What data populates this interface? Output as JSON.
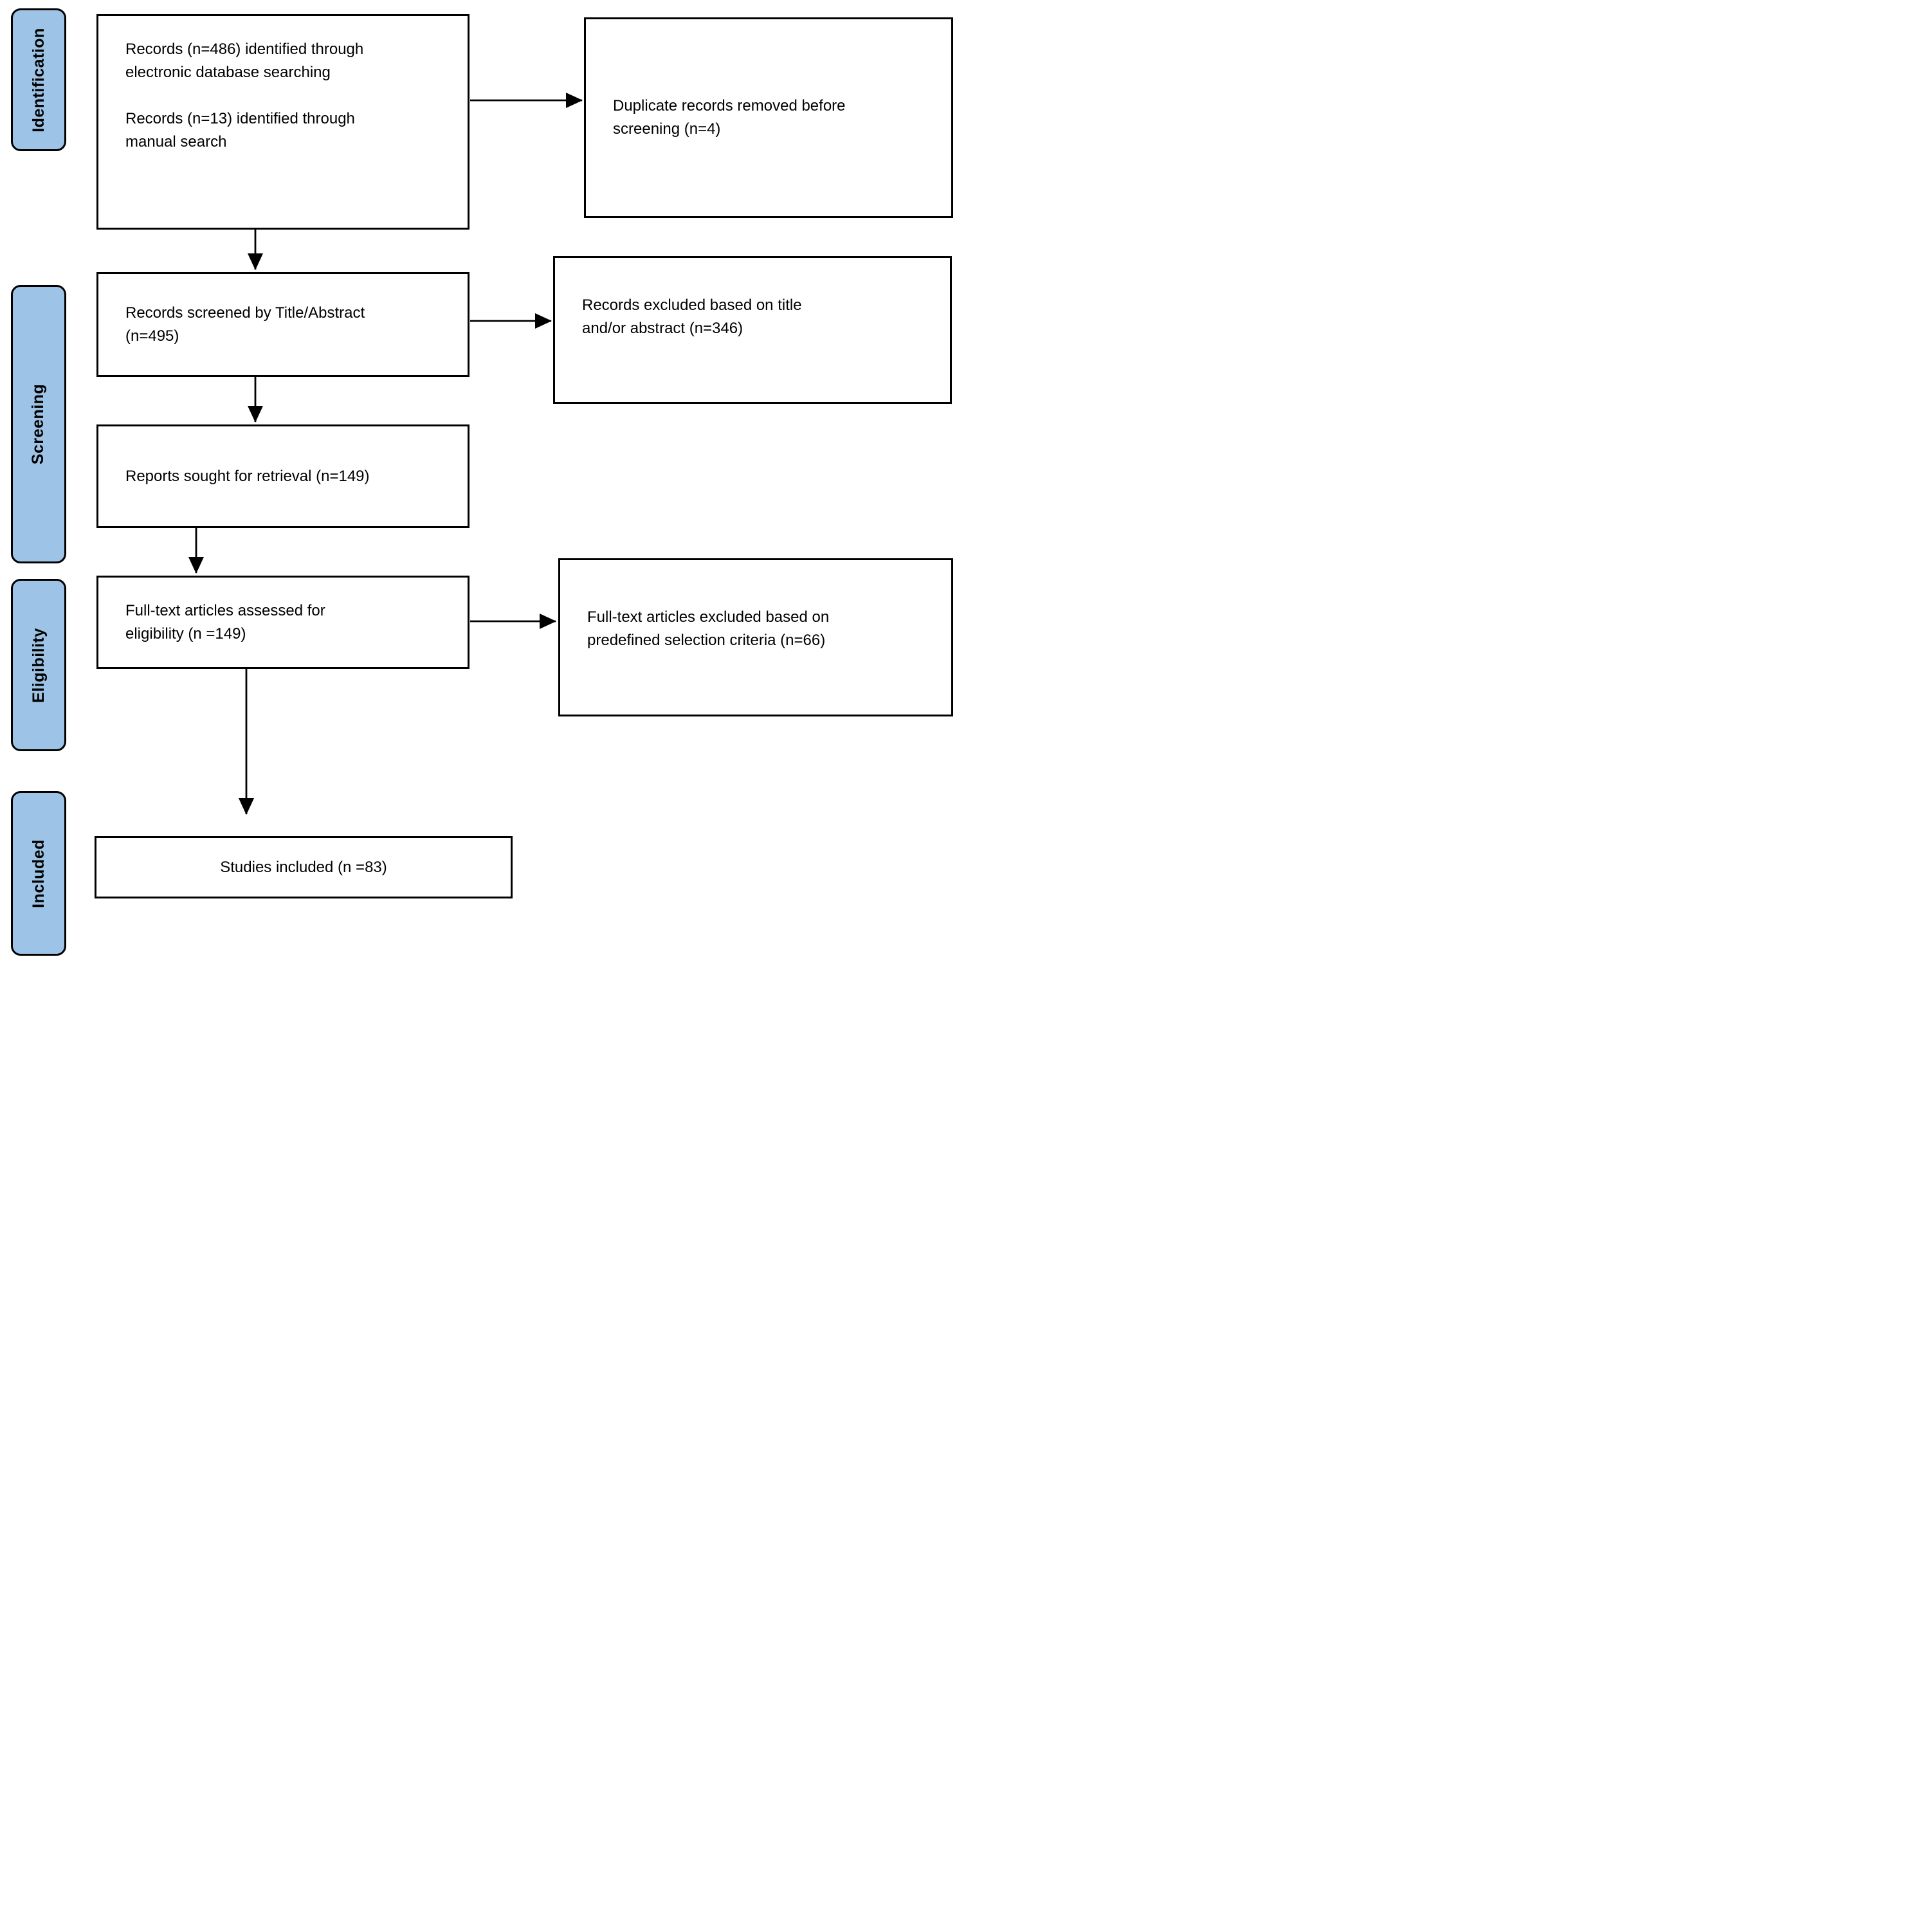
{
  "colors": {
    "stage_tab_fill": "#9dc3e6",
    "box_background": "#ffffff",
    "border": "#000000",
    "text": "#000000",
    "page_background": "#ffffff"
  },
  "stages": [
    {
      "id": "identification",
      "label": "Identification"
    },
    {
      "id": "screening",
      "label": "Screening"
    },
    {
      "id": "eligibility",
      "label": "Eligibility"
    },
    {
      "id": "included",
      "label": "Included"
    }
  ],
  "boxes": {
    "identified": {
      "para1": {
        "line1": "Records (n=486) identified through",
        "line2": "electronic database searching"
      },
      "para2": {
        "line1": "Records (n=13) identified through",
        "line2": "manual search"
      }
    },
    "screened": {
      "line1": "Records screened by Title/Abstract",
      "line2": "(n=495)"
    },
    "retrieval": {
      "line1": "Reports sought for retrieval (n=149)"
    },
    "fulltext": {
      "line1": "Full-text articles assessed for",
      "line2": "eligibility (n =149)"
    },
    "included": {
      "line1": "Studies included (n =83)"
    }
  },
  "exclusion_boxes": {
    "duplicates": {
      "line1": "Duplicate records removed before",
      "line2": "screening (n=4)"
    },
    "title_abstract": {
      "line1": "Records excluded based on title",
      "line2": "and/or abstract (n=346)"
    },
    "criteria": {
      "line1": "Full-text articles excluded based on",
      "line2": "predefined selection criteria (n=66)"
    }
  },
  "counts": {
    "records_database_search": 486,
    "records_manual_search": 13,
    "duplicates_removed": 4,
    "records_screened": 495,
    "excluded_title_abstract": 346,
    "reports_sought_retrieval": 149,
    "fulltext_assessed": 149,
    "fulltext_excluded": 66,
    "studies_included": 83
  },
  "edges": [
    {
      "name": "arrow-identified-to-duplicates",
      "from": "records_identified",
      "to": "duplicates_removed",
      "direction": "right"
    },
    {
      "name": "arrow-identified-to-screened",
      "from": "records_identified",
      "to": "records_screened",
      "direction": "down"
    },
    {
      "name": "arrow-screened-to-excluded",
      "from": "records_screened",
      "to": "records_excluded_title_abstract",
      "direction": "right"
    },
    {
      "name": "arrow-screened-to-retrieval",
      "from": "records_screened",
      "to": "reports_sought",
      "direction": "down"
    },
    {
      "name": "arrow-retrieval-to-fulltext",
      "from": "reports_sought",
      "to": "fulltext_assessed",
      "direction": "down"
    },
    {
      "name": "arrow-fulltext-to-excluded",
      "from": "fulltext_assessed",
      "to": "fulltext_excluded",
      "direction": "right"
    },
    {
      "name": "arrow-fulltext-to-included",
      "from": "fulltext_assessed",
      "to": "studies_included",
      "direction": "down"
    }
  ]
}
